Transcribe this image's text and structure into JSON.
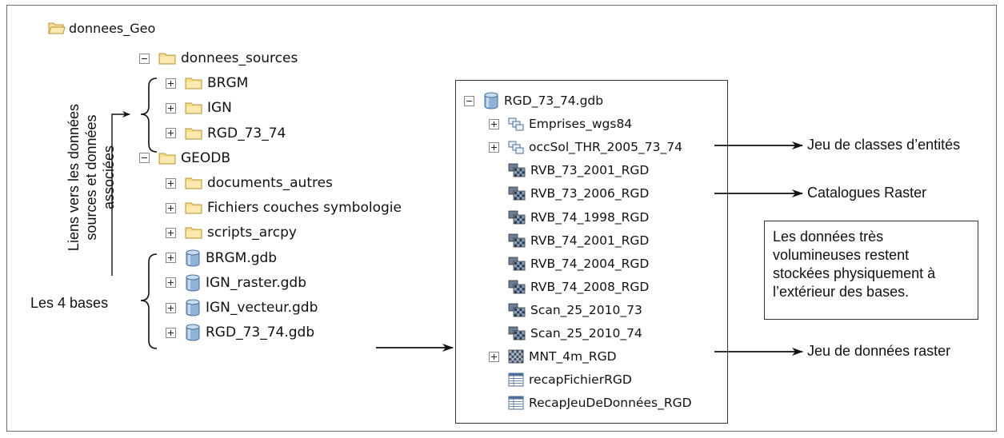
{
  "root": {
    "label": "donnees_Geo",
    "icon": "folder-open-icon"
  },
  "left_tree": [
    {
      "label": "donnees_sources",
      "expander": "minus",
      "icon": "folder-icon"
    },
    {
      "label": "BRGM",
      "expander": "plus",
      "icon": "folder-icon"
    },
    {
      "label": "IGN",
      "expander": "plus",
      "icon": "folder-icon"
    },
    {
      "label": "RGD_73_74",
      "expander": "plus",
      "icon": "folder-icon"
    },
    {
      "label": "GEODB",
      "expander": "minus",
      "icon": "folder-icon"
    },
    {
      "label": "documents_autres",
      "expander": "plus",
      "icon": "folder-icon"
    },
    {
      "label": "Fichiers couches symbologie",
      "expander": "plus",
      "icon": "folder-icon"
    },
    {
      "label": "scripts_arcpy",
      "expander": "plus",
      "icon": "folder-icon"
    },
    {
      "label": "BRGM.gdb",
      "expander": "plus",
      "icon": "geodatabase-icon"
    },
    {
      "label": "IGN_raster.gdb",
      "expander": "plus",
      "icon": "geodatabase-icon"
    },
    {
      "label": "IGN_vecteur.gdb",
      "expander": "plus",
      "icon": "geodatabase-icon"
    },
    {
      "label": "RGD_73_74.gdb",
      "expander": "plus",
      "icon": "geodatabase-icon"
    }
  ],
  "gdb_tree": [
    {
      "label": "RGD_73_74.gdb",
      "expander": "minus",
      "icon": "geodatabase-icon"
    },
    {
      "label": "Emprises_wgs84",
      "expander": "plus",
      "icon": "feature-dataset-icon"
    },
    {
      "label": "occSol_THR_2005_73_74",
      "expander": "plus",
      "icon": "feature-dataset-icon"
    },
    {
      "label": "RVB_73_2001_RGD",
      "expander": "none",
      "icon": "raster-catalog-icon"
    },
    {
      "label": "RVB_73_2006_RGD",
      "expander": "none",
      "icon": "raster-catalog-icon"
    },
    {
      "label": "RVB_74_1998_RGD",
      "expander": "none",
      "icon": "raster-catalog-icon"
    },
    {
      "label": "RVB_74_2001_RGD",
      "expander": "none",
      "icon": "raster-catalog-icon"
    },
    {
      "label": "RVB_74_2004_RGD",
      "expander": "none",
      "icon": "raster-catalog-icon"
    },
    {
      "label": "RVB_74_2008_RGD",
      "expander": "none",
      "icon": "raster-catalog-icon"
    },
    {
      "label": "Scan_25_2010_73",
      "expander": "none",
      "icon": "raster-catalog-icon"
    },
    {
      "label": "Scan_25_2010_74",
      "expander": "none",
      "icon": "raster-catalog-icon"
    },
    {
      "label": "MNT_4m_RGD",
      "expander": "plus",
      "icon": "raster-dataset-icon"
    },
    {
      "label": "recapFichierRGD",
      "expander": "none",
      "icon": "table-icon"
    },
    {
      "label": "RecapJeuDeDonnées_RGD",
      "expander": "none",
      "icon": "table-icon"
    }
  ],
  "annotations": {
    "liens_line1": "Liens vers les données",
    "liens_line2": "sources et données",
    "liens_line3": "associées",
    "bases": "Les 4 bases",
    "feature_classes": "Jeu de classes d’entités",
    "raster_catalogs": "Catalogues Raster",
    "raster_dataset": "Jeu de données raster",
    "storage_note": "Les données très volumineuses restent stockées physiquement à l’extérieur des bases."
  },
  "colors": {
    "folder_fill": "#f6dd92",
    "folder_stroke": "#b8963a",
    "gdb_fill": "#8fb2d8",
    "gdb_stroke": "#4d6f99",
    "frame": "#6b6b6b"
  }
}
